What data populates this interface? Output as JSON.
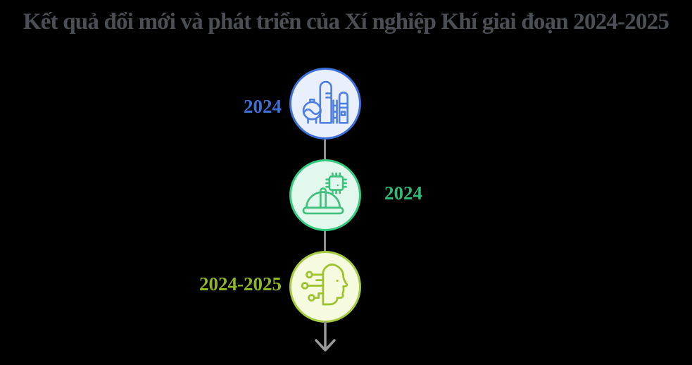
{
  "title": "Kết quả đổi mới và phát triển của Xí nghiệp Khí giai đoạn 2024-2025",
  "title_color": "#4b4f55",
  "background_color": "#000000",
  "timeline": {
    "direction": "vertical",
    "connector_color": "#8f8f8f",
    "end_arrow": "down-arrow-icon",
    "items": [
      {
        "label": "2024",
        "label_side": "left",
        "label_color": "#3f6fd4",
        "icon": "industrial-plant-icon",
        "circle_border_color": "#3e6fd8",
        "circle_fill_color": "#e9effc",
        "icon_stroke_color": "#4d7ee2"
      },
      {
        "label": "2024",
        "label_side": "right",
        "label_color": "#2eba78",
        "icon": "hard-hat-chip-icon",
        "circle_border_color": "#33c97e",
        "circle_fill_color": "#e3f8ec",
        "icon_stroke_color": "#3fc07c"
      },
      {
        "label": "2024-2025",
        "label_side": "left",
        "label_color": "#8fb623",
        "icon": "ai-head-circuit-icon",
        "circle_border_color": "#a6ca40",
        "circle_fill_color": "#f6fbdf",
        "icon_stroke_color": "#9ec32e"
      }
    ]
  }
}
